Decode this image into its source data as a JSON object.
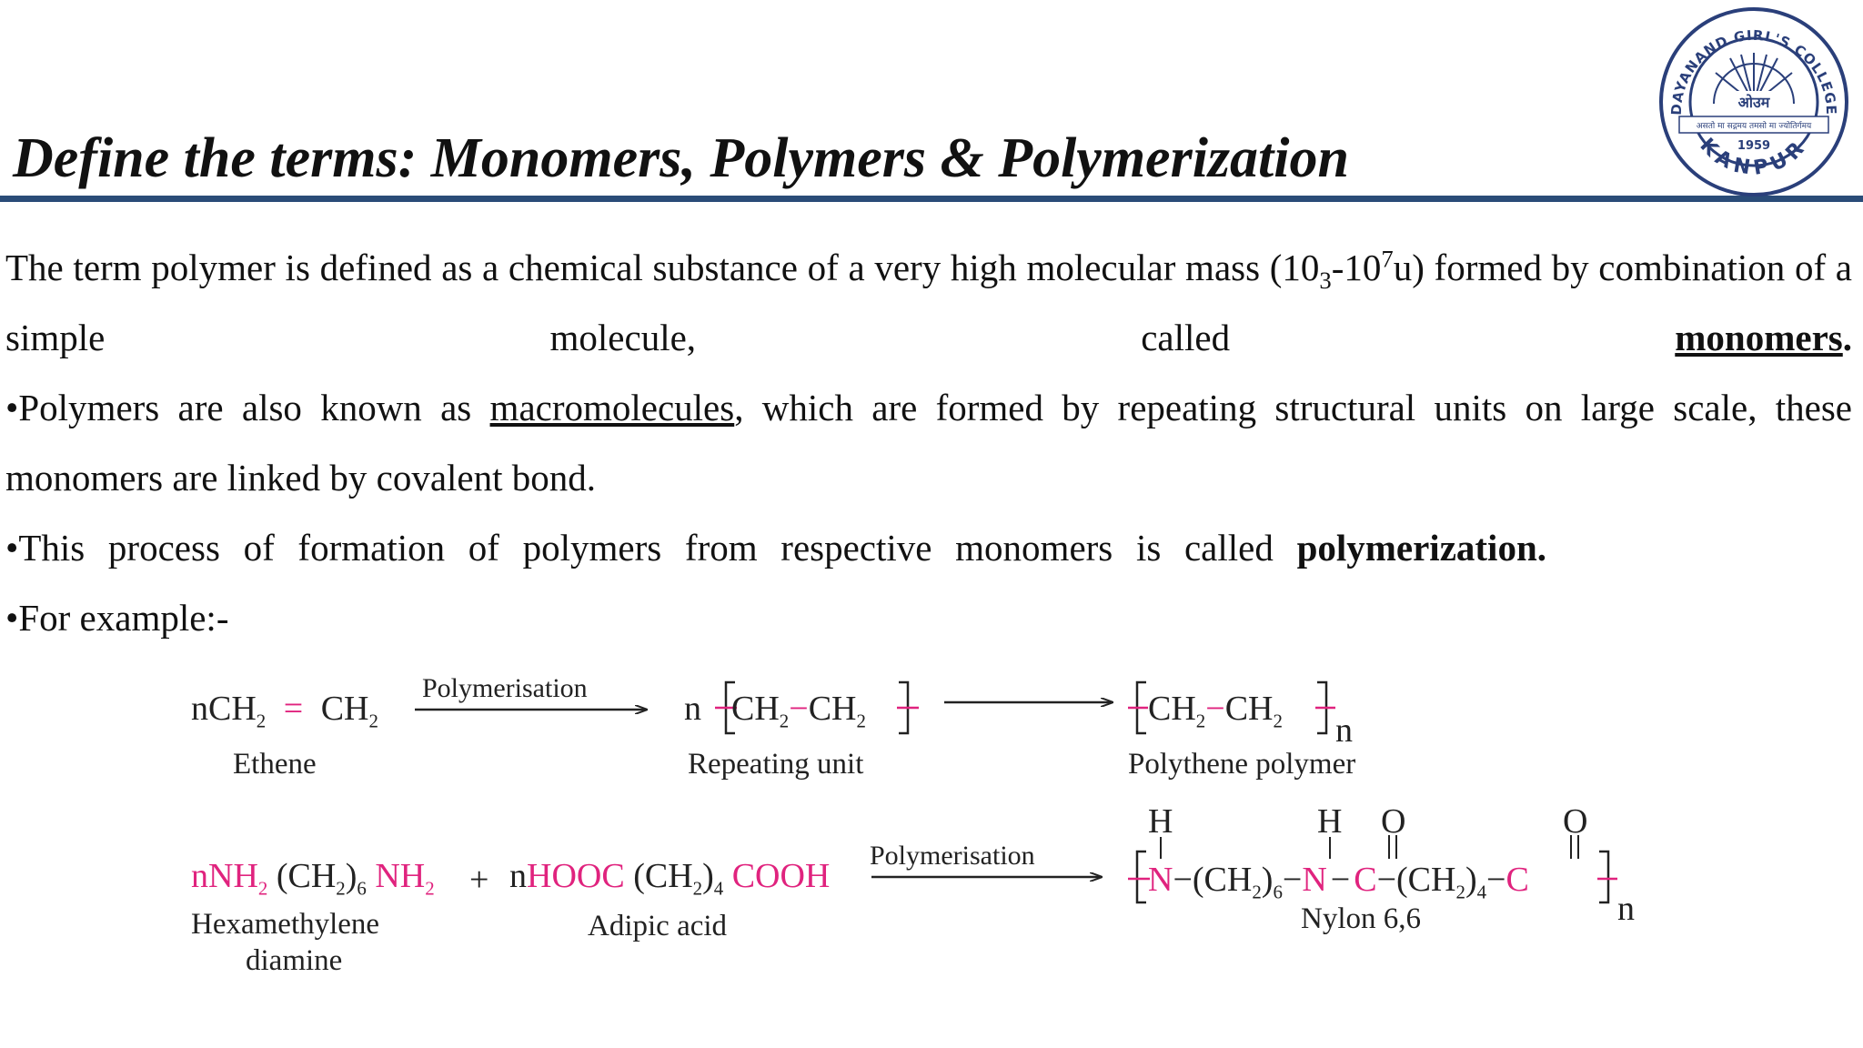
{
  "header": {
    "title": "Define the terms: Monomers, Polymers & Polymerization",
    "logo": {
      "arc_text": "DAYANAND GIRL'S COLLEGE",
      "om_text": "ओउम",
      "motto": "असतो मा सद्गमय तमसो मा ज्योतिर्गमय",
      "year": "1959",
      "city": "KANPUR",
      "color": "#2a3f7a"
    }
  },
  "paragraphs": {
    "p1_a": "The term polymer is defined as a chemical substance of a very high molecular mass (10",
    "p1_sub": "3",
    "p1_b": "-10",
    "p1_sup": "7",
    "p1_c": "u) formed by combination of a simple molecule, called ",
    "p1_bold": "monomers",
    "p1_end": ".",
    "p2_a": "•Polymers are also known as ",
    "p2_u": "macromolecules",
    "p2_b": ", which are formed by repeating structural units on large scale, these monomers are linked by covalent bond.",
    "p3_a": "•This process of formation of polymers from respective monomers is called ",
    "p3_bold": "polymerization.",
    "p4": "•For example:-"
  },
  "reaction1": {
    "reactant": "nCH",
    "eq": "=",
    "reactant_b": "CH",
    "sub2": "2",
    "arrow_label": "Polymerisation",
    "unit_n": "n",
    "unit_a": "CH",
    "unit_dash": "−",
    "unit_b": "CH",
    "product_a": "CH",
    "product_dash": "−",
    "product_b": "CH",
    "product_n": "n",
    "label_reactant": "Ethene",
    "label_unit": "Repeating unit",
    "label_product": "Polythene polymer"
  },
  "reaction2": {
    "r1_n": "n",
    "r1_nh2": "NH",
    "r1_ch2": "(CH",
    "r1_sub6": "6",
    "r1_sub2": "2",
    "r1_nh2b": "NH",
    "plus": "+",
    "r2_n": "n",
    "r2_hooc": "HOOC",
    "r2_ch2": "(CH",
    "r2_sub4": "4",
    "r2_cooh": "COOH",
    "arrow_label": "Polymerisation",
    "p_n1": "N",
    "p_h1": "H",
    "p_ch2a": "(CH",
    "p_dash": "−",
    "p_n2": "N",
    "p_h2": "H",
    "p_c1": "C",
    "p_o1": "O",
    "p_ch2b": "(CH",
    "p_c2": "C",
    "p_o2": "O",
    "p_n": "n",
    "label_r1_a": "Hexamethylene",
    "label_r1_b": "diamine",
    "label_r2": "Adipic acid",
    "label_product": "Nylon 6,6",
    "accent": "#e0237e"
  }
}
